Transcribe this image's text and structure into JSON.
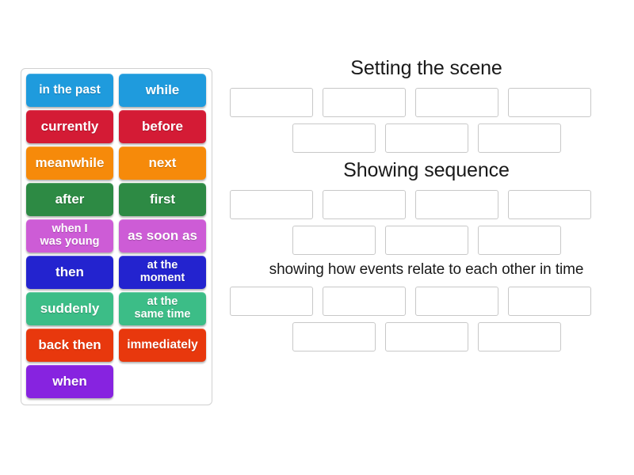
{
  "word_bank": {
    "name": "word-bank",
    "rows": [
      [
        {
          "text": "in the past",
          "color": "#1f9bdd",
          "lines": 1
        },
        {
          "text": "while",
          "color": "#1f9bdd",
          "lines": 1
        }
      ],
      [
        {
          "text": "currently",
          "color": "#d41b35",
          "lines": 1
        },
        {
          "text": "before",
          "color": "#d41b35",
          "lines": 1
        }
      ],
      [
        {
          "text": "meanwhile",
          "color": "#f68a0a",
          "lines": 1
        },
        {
          "text": "next",
          "color": "#f68a0a",
          "lines": 1
        }
      ],
      [
        {
          "text": "after",
          "color": "#2d8a44",
          "lines": 1
        },
        {
          "text": "first",
          "color": "#2d8a44",
          "lines": 1
        }
      ],
      [
        {
          "text": "when I\nwas young",
          "color": "#cd5cd6",
          "lines": 2
        },
        {
          "text": "as soon as",
          "color": "#cd5cd6",
          "lines": 1
        }
      ],
      [
        {
          "text": "then",
          "color": "#2323cf",
          "lines": 1
        },
        {
          "text": "at the\nmoment",
          "color": "#2323cf",
          "lines": 2
        }
      ],
      [
        {
          "text": "suddenly",
          "color": "#3cbd87",
          "lines": 1
        },
        {
          "text": "at the\nsame time",
          "color": "#3cbd87",
          "lines": 2
        }
      ],
      [
        {
          "text": "back then",
          "color": "#e8380d",
          "lines": 1
        },
        {
          "text": "immediately",
          "color": "#e8380d",
          "lines": 1
        }
      ],
      [
        {
          "text": "when",
          "color": "#8723e0",
          "lines": 1
        },
        {
          "text": "",
          "color": "",
          "lines": 0
        }
      ]
    ]
  },
  "sort_area": {
    "groups": [
      {
        "title": "Setting the scene",
        "title_size": "large",
        "row_a_slots": 4,
        "row_b_slots": 3
      },
      {
        "title": "Showing sequence",
        "title_size": "large",
        "row_a_slots": 4,
        "row_b_slots": 3
      },
      {
        "title": "showing how events relate to each other in time",
        "title_size": "small",
        "row_a_slots": 4,
        "row_b_slots": 3
      }
    ]
  },
  "colors": {
    "panel_border": "#d0d0d0",
    "slot_border": "#c8c8c8",
    "background": "#ffffff",
    "title_text": "#1a1a1a",
    "tile_text": "#ffffff"
  }
}
